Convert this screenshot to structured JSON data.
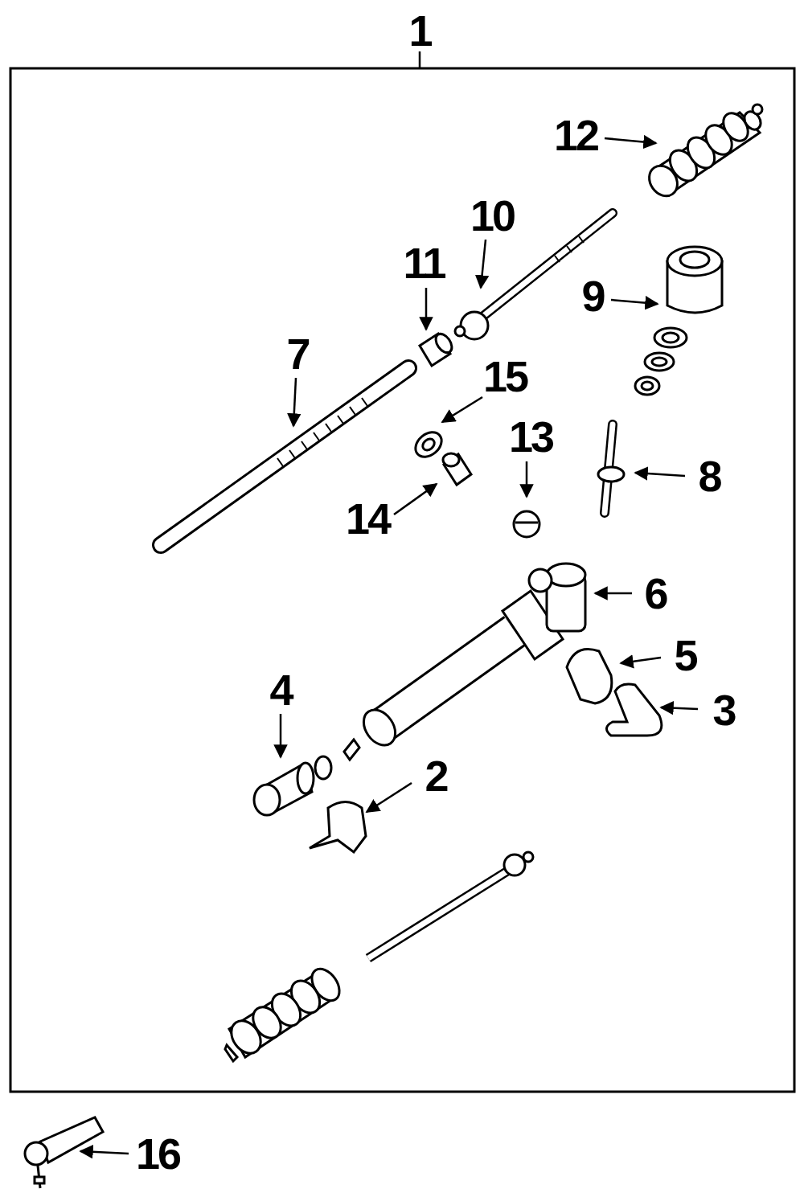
{
  "diagram": {
    "labels": [
      "1",
      "12",
      "10",
      "11",
      "9",
      "7",
      "15",
      "13",
      "8",
      "14",
      "6",
      "5",
      "3",
      "4",
      "2",
      "16"
    ]
  }
}
